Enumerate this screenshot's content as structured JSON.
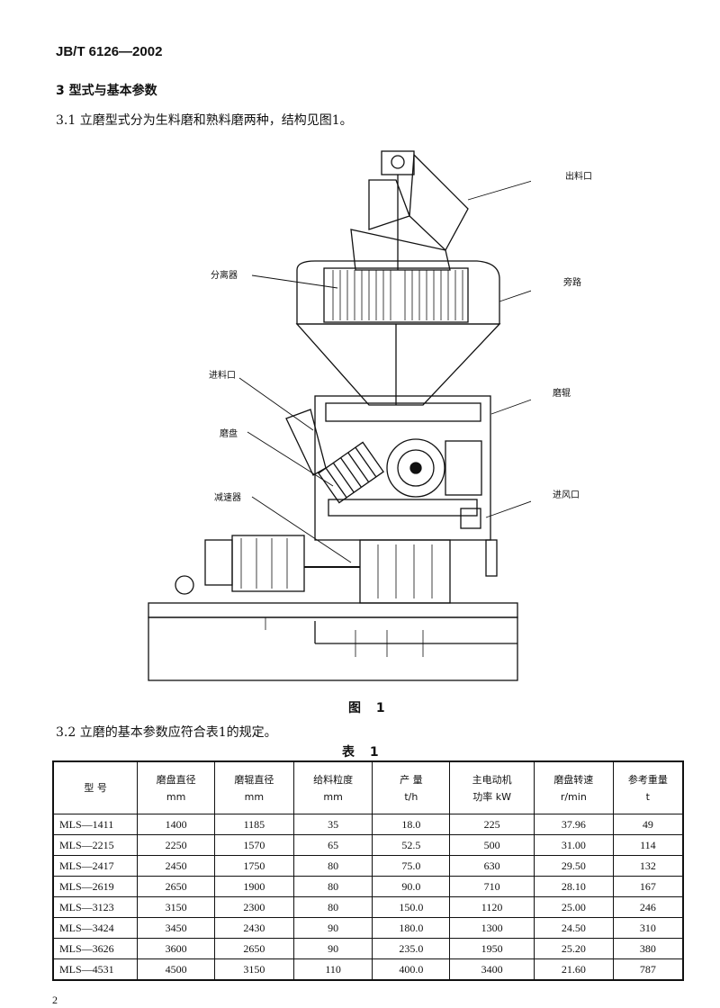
{
  "header": {
    "doc_code": "JB/T 6126—2002"
  },
  "section3": {
    "title": "3   型式与基本参数"
  },
  "section31": {
    "text": "3.1   立磨型式分为生料磨和熟料磨两种，结构见图1。"
  },
  "figure": {
    "labels": {
      "outlet": "出料口",
      "separator": "分离器",
      "bypass": "旁路",
      "feed_inlet": "进料口",
      "roller": "磨辊",
      "disc": "磨盘",
      "air_inlet": "进风口",
      "reducer": "减速器"
    },
    "caption": "图  1"
  },
  "section32": {
    "text": "3.2   立磨的基本参数应符合表1的规定。"
  },
  "table": {
    "caption": "表  1",
    "headers": [
      {
        "line1": "型  号",
        "line2": ""
      },
      {
        "line1": "磨盘直径",
        "line2": "mm"
      },
      {
        "line1": "磨辊直径",
        "line2": "mm"
      },
      {
        "line1": "给料粒度",
        "line2": "mm"
      },
      {
        "line1": "产    量",
        "line2": "t/h"
      },
      {
        "line1": "主电动机",
        "line2": "功率   kW"
      },
      {
        "line1": "磨盘转速",
        "line2": "r/min"
      },
      {
        "line1": "参考重量",
        "line2": "t"
      }
    ],
    "rows": [
      [
        "MLS—1411",
        "1400",
        "1185",
        "35",
        "18.0",
        "225",
        "37.96",
        "49"
      ],
      [
        "MLS—2215",
        "2250",
        "1570",
        "65",
        "52.5",
        "500",
        "31.00",
        "114"
      ],
      [
        "MLS—2417",
        "2450",
        "1750",
        "80",
        "75.0",
        "630",
        "29.50",
        "132"
      ],
      [
        "MLS—2619",
        "2650",
        "1900",
        "80",
        "90.0",
        "710",
        "28.10",
        "167"
      ],
      [
        "MLS—3123",
        "3150",
        "2300",
        "80",
        "150.0",
        "1120",
        "25.00",
        "246"
      ],
      [
        "MLS—3424",
        "3450",
        "2430",
        "90",
        "180.0",
        "1300",
        "24.50",
        "310"
      ],
      [
        "MLS—3626",
        "3600",
        "2650",
        "90",
        "235.0",
        "1950",
        "25.20",
        "380"
      ],
      [
        "MLS—4531",
        "4500",
        "3150",
        "110",
        "400.0",
        "3400",
        "21.60",
        "787"
      ]
    ]
  },
  "footer": {
    "page_number": "2"
  }
}
